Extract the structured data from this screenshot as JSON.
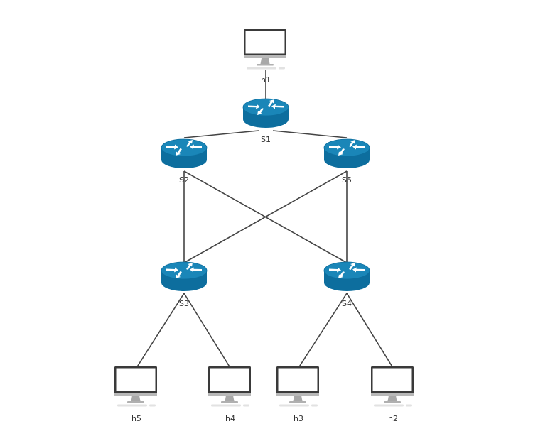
{
  "colors": {
    "router_body": "#0d6e9e",
    "router_top": "#1a86b8",
    "link": "#444444",
    "label": "#333333",
    "monitor_frame": "#3a3a3a",
    "monitor_stand": "#a8a8a8"
  },
  "nodes": {
    "h1": {
      "label": "h1",
      "kind": "host",
      "icon": "desktop-computer-icon"
    },
    "s1": {
      "label": "S1",
      "kind": "switch",
      "icon": "router-icon"
    },
    "s2": {
      "label": "S2",
      "kind": "switch",
      "icon": "router-icon"
    },
    "s5": {
      "label": "S5",
      "kind": "switch",
      "icon": "router-icon"
    },
    "s3": {
      "label": "S3",
      "kind": "switch",
      "icon": "router-icon"
    },
    "s4": {
      "label": "S4",
      "kind": "switch",
      "icon": "router-icon"
    },
    "h5": {
      "label": "h5",
      "kind": "host",
      "icon": "desktop-computer-icon"
    },
    "h4": {
      "label": "h4",
      "kind": "host",
      "icon": "desktop-computer-icon"
    },
    "h3": {
      "label": "h3",
      "kind": "host",
      "icon": "desktop-computer-icon"
    },
    "h2": {
      "label": "h2",
      "kind": "host",
      "icon": "desktop-computer-icon"
    }
  },
  "links": [
    [
      "h1",
      "s1"
    ],
    [
      "s1",
      "s2"
    ],
    [
      "s1",
      "s5"
    ],
    [
      "s2",
      "s3"
    ],
    [
      "s2",
      "s4"
    ],
    [
      "s5",
      "s3"
    ],
    [
      "s5",
      "s4"
    ],
    [
      "s3",
      "h5"
    ],
    [
      "s3",
      "h4"
    ],
    [
      "s4",
      "h3"
    ],
    [
      "s4",
      "h2"
    ]
  ]
}
